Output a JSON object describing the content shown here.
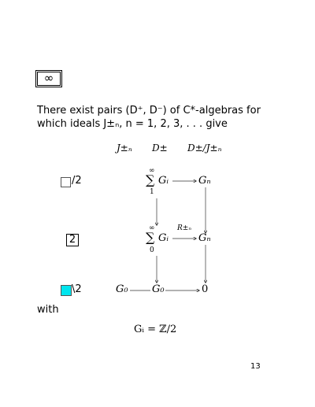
{
  "header": {
    "box_symbol": "∞"
  },
  "paragraph": {
    "line1": "There exist pairs (D⁺, D⁻) of C*-algebras for",
    "line2": "which ideals J±ₙ, n = 1, 2, 3, . . .  give"
  },
  "columns": {
    "col1": "J±ₙ",
    "col2": "D±",
    "col3": "D±/J±ₙ"
  },
  "rows": [
    {
      "label": "/2"
    },
    {
      "label": "2"
    },
    {
      "label": "\\2"
    }
  ],
  "diagram": {
    "sum1": {
      "top": "∞",
      "bottom": "1",
      "term": "Gᵢ",
      "target": "Gₙ"
    },
    "sum2": {
      "top": "∞",
      "bottom": "0",
      "term": "Gᵢ",
      "target": "Gₙ",
      "arrow_label": "R±ₙ"
    },
    "row3": {
      "left": "G₀",
      "middle": "G₀",
      "right": "0"
    }
  },
  "with": "with",
  "equation": "Gᵢ = ℤ/2",
  "page_number": "13",
  "colors": {
    "cyan_box": "#00e5ee"
  }
}
